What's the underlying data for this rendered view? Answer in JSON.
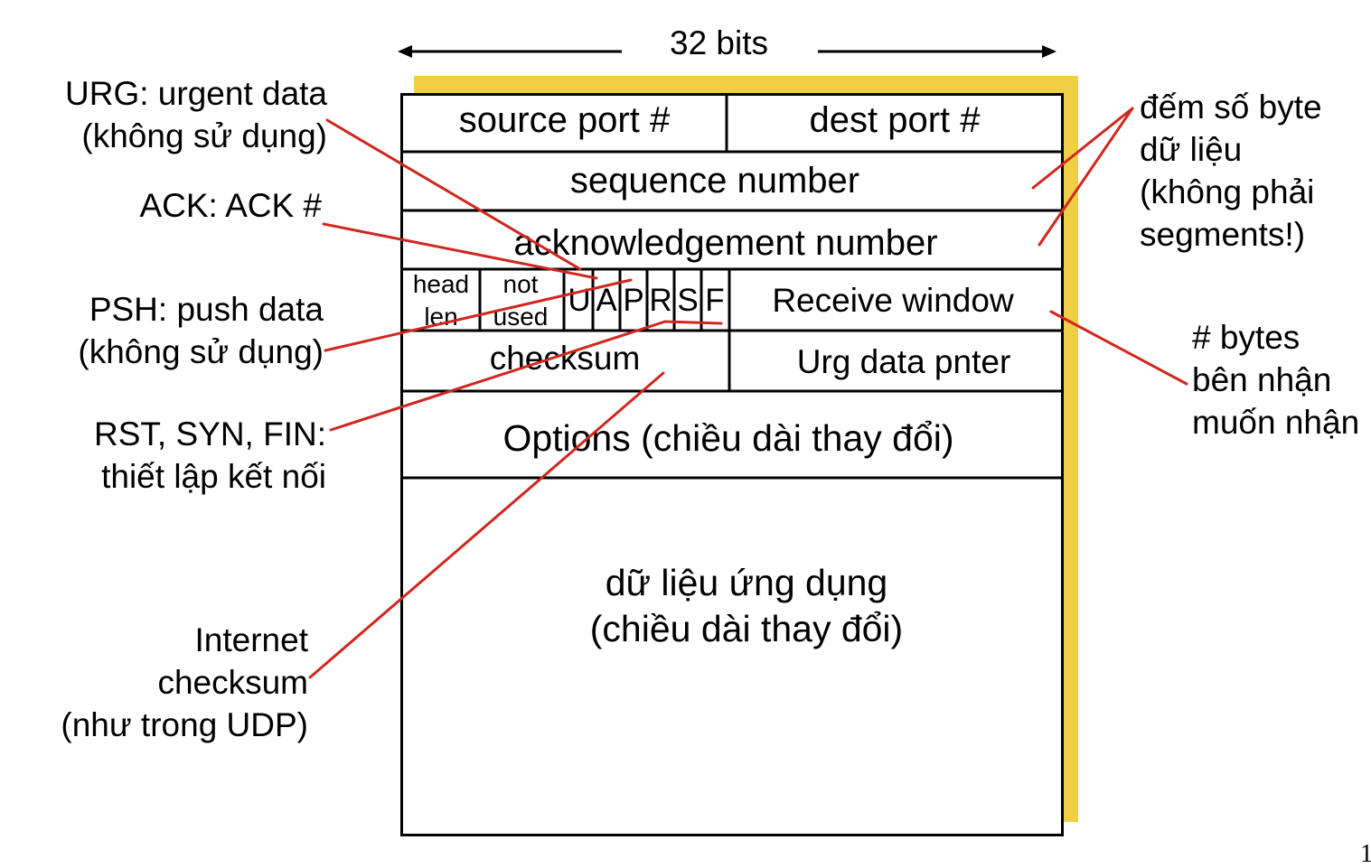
{
  "width_label": "32 bits",
  "header": {
    "source_port": "source port #",
    "dest_port": "dest port #",
    "sequence_number": "sequence number",
    "ack_number": "acknowledgement number",
    "head_len": [
      "head",
      "len"
    ],
    "not_used": [
      "not",
      "used"
    ],
    "flags": [
      "U",
      "A",
      "P",
      "R",
      "S",
      "F"
    ],
    "receive_window": "Receive window",
    "checksum": "checksum",
    "urg_pointer": "Urg data pnter",
    "options": "Options (chiều dài thay đổi)",
    "app_data": [
      "dữ liệu ứng dụng",
      "(chiều dài thay đổi)"
    ]
  },
  "annotations": {
    "urg": [
      "URG: urgent data",
      "(không sử dụng)"
    ],
    "ack": [
      "ACK: ACK #"
    ],
    "psh": [
      "PSH: push data",
      "(không sử dụng)"
    ],
    "rst_syn_fin": [
      "RST, SYN, FIN:",
      "thiết lập kết nối"
    ],
    "checksum": [
      "Internet",
      "checksum",
      "(như trong UDP)"
    ],
    "byte_count": [
      "đếm số byte",
      "dữ liệu",
      "(không phải",
      "segments!)"
    ],
    "rcv_bytes": [
      "# bytes",
      "bên nhận",
      "muốn nhận"
    ]
  },
  "page_number": "1",
  "colors": {
    "shadow": "#f0cf45",
    "pointer_lines": "#d0271f",
    "border": "#000000"
  }
}
